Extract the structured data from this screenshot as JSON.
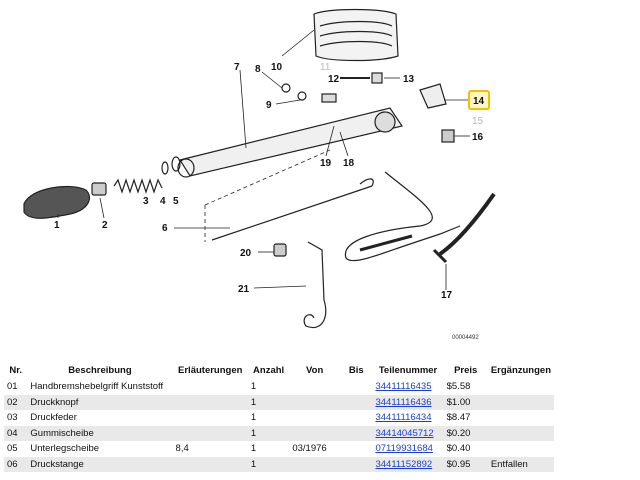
{
  "diagram": {
    "callouts": [
      "1",
      "2",
      "3",
      "4",
      "5",
      "6",
      "7",
      "8",
      "9",
      "10",
      "11",
      "12",
      "13",
      "14",
      "15",
      "16",
      "17",
      "18",
      "19",
      "20",
      "21"
    ],
    "diagram_code": "00004492"
  },
  "table": {
    "headers": [
      "Nr.",
      "Beschreibung",
      "Erläuterungen",
      "Anzahl",
      "Von",
      "Bis",
      "Teilenummer",
      "Preis",
      "Ergänzungen"
    ],
    "rows": [
      {
        "nr": "01",
        "desc": "Handbremshebelgriff Kunststoff",
        "erl": "",
        "anz": "1",
        "von": "",
        "bis": "",
        "pn": "34411116435",
        "price": "$5.58",
        "erg": ""
      },
      {
        "nr": "02",
        "desc": "Druckknopf",
        "erl": "",
        "anz": "1",
        "von": "",
        "bis": "",
        "pn": "34411116436",
        "price": "$1.00",
        "erg": ""
      },
      {
        "nr": "03",
        "desc": "Druckfeder",
        "erl": "",
        "anz": "1",
        "von": "",
        "bis": "",
        "pn": "34411116434",
        "price": "$8.47",
        "erg": ""
      },
      {
        "nr": "04",
        "desc": "Gummischeibe",
        "erl": "",
        "anz": "1",
        "von": "",
        "bis": "",
        "pn": "34414045712",
        "price": "$0.20",
        "erg": ""
      },
      {
        "nr": "05",
        "desc": "Unterlegscheibe",
        "erl": "8,4",
        "anz": "1",
        "von": "03/1976",
        "bis": "",
        "pn": "07119931684",
        "price": "$0.40",
        "erg": ""
      },
      {
        "nr": "06",
        "desc": "Druckstange",
        "erl": "",
        "anz": "1",
        "von": "",
        "bis": "",
        "pn": "34411152892",
        "price": "$0.95",
        "erg": "Entfallen"
      }
    ]
  },
  "colors": {
    "highlight_border": "#f2c200",
    "highlight_fill": "#fff6c8",
    "link": "#1a3fd1",
    "row_alt": "#e9e9e9"
  }
}
